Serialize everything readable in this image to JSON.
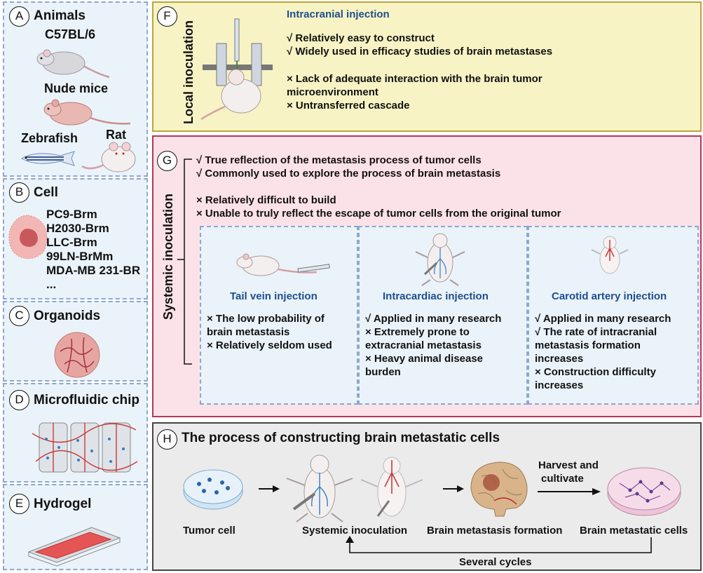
{
  "panelA": {
    "letter": "A",
    "title": "Animals",
    "items": [
      "C57BL/6",
      "Nude mice",
      "Zebrafish",
      "Rat"
    ]
  },
  "panelB": {
    "letter": "B",
    "title": "Cell",
    "items": [
      "PC9-Brm",
      "H2030-Brm",
      "LLC-Brm",
      "99LN-BrMm",
      "MDA-MB 231-BR",
      "..."
    ]
  },
  "panelC": {
    "letter": "C",
    "title": "Organoids"
  },
  "panelD": {
    "letter": "D",
    "title": "Microfluidic chip"
  },
  "panelE": {
    "letter": "E",
    "title": "Hydrogel"
  },
  "panelF": {
    "letter": "F",
    "side_label": "Local inoculation",
    "heading": "Intracranial injection",
    "pros": [
      "√ Relatively easy to construct",
      "√ Widely used in efficacy studies of brain metastases"
    ],
    "cons": [
      "× Lack of adequate interaction with the brain tumor",
      "microenvironment",
      "× Untransferred cascade"
    ]
  },
  "panelG": {
    "letter": "G",
    "side_label": "Systemic inoculation",
    "pros": [
      "√ True reflection of the metastasis process of tumor cells",
      "√ Commonly used to explore the process of brain metastasis"
    ],
    "cons": [
      "× Relatively difficult to build",
      "× Unable to truly reflect the escape of tumor cells from the original tumor"
    ],
    "tail": {
      "heading": "Tail vein injection",
      "lines": [
        "× The low probability of",
        "brain metastasis",
        "× Relatively seldom used"
      ]
    },
    "cardiac": {
      "heading": "Intracardiac injection",
      "lines": [
        "√ Applied in many research",
        "× Extremely prone to",
        "extracranial metastasis",
        "× Heavy animal disease",
        "burden"
      ]
    },
    "carotid": {
      "heading": "Carotid artery injection",
      "lines": [
        "√ Applied in many research",
        "√ The rate of intracranial",
        "metastasis formation",
        "increases",
        "× Construction difficulty",
        "increases"
      ]
    }
  },
  "panelH": {
    "letter": "H",
    "title": "The process of constructing brain metastatic cells",
    "labels": {
      "tumor": "Tumor cell",
      "systemic": "Systemic inoculation",
      "formation": "Brain metastasis formation",
      "cells": "Brain metastatic cells",
      "harvest1": "Harvest and",
      "harvest2": "cultivate",
      "cycles": "Several cycles"
    }
  },
  "colors": {
    "left_bg": "#eaf3fa",
    "left_border": "#8fa6cf",
    "f_bg": "#f7f3c4",
    "f_border": "#b8a63a",
    "g_bg": "#fbe2e8",
    "g_border": "#b0395a",
    "h_bg": "#ebebeb",
    "h_border": "#444444",
    "title_blue": "#1f4e8c"
  }
}
